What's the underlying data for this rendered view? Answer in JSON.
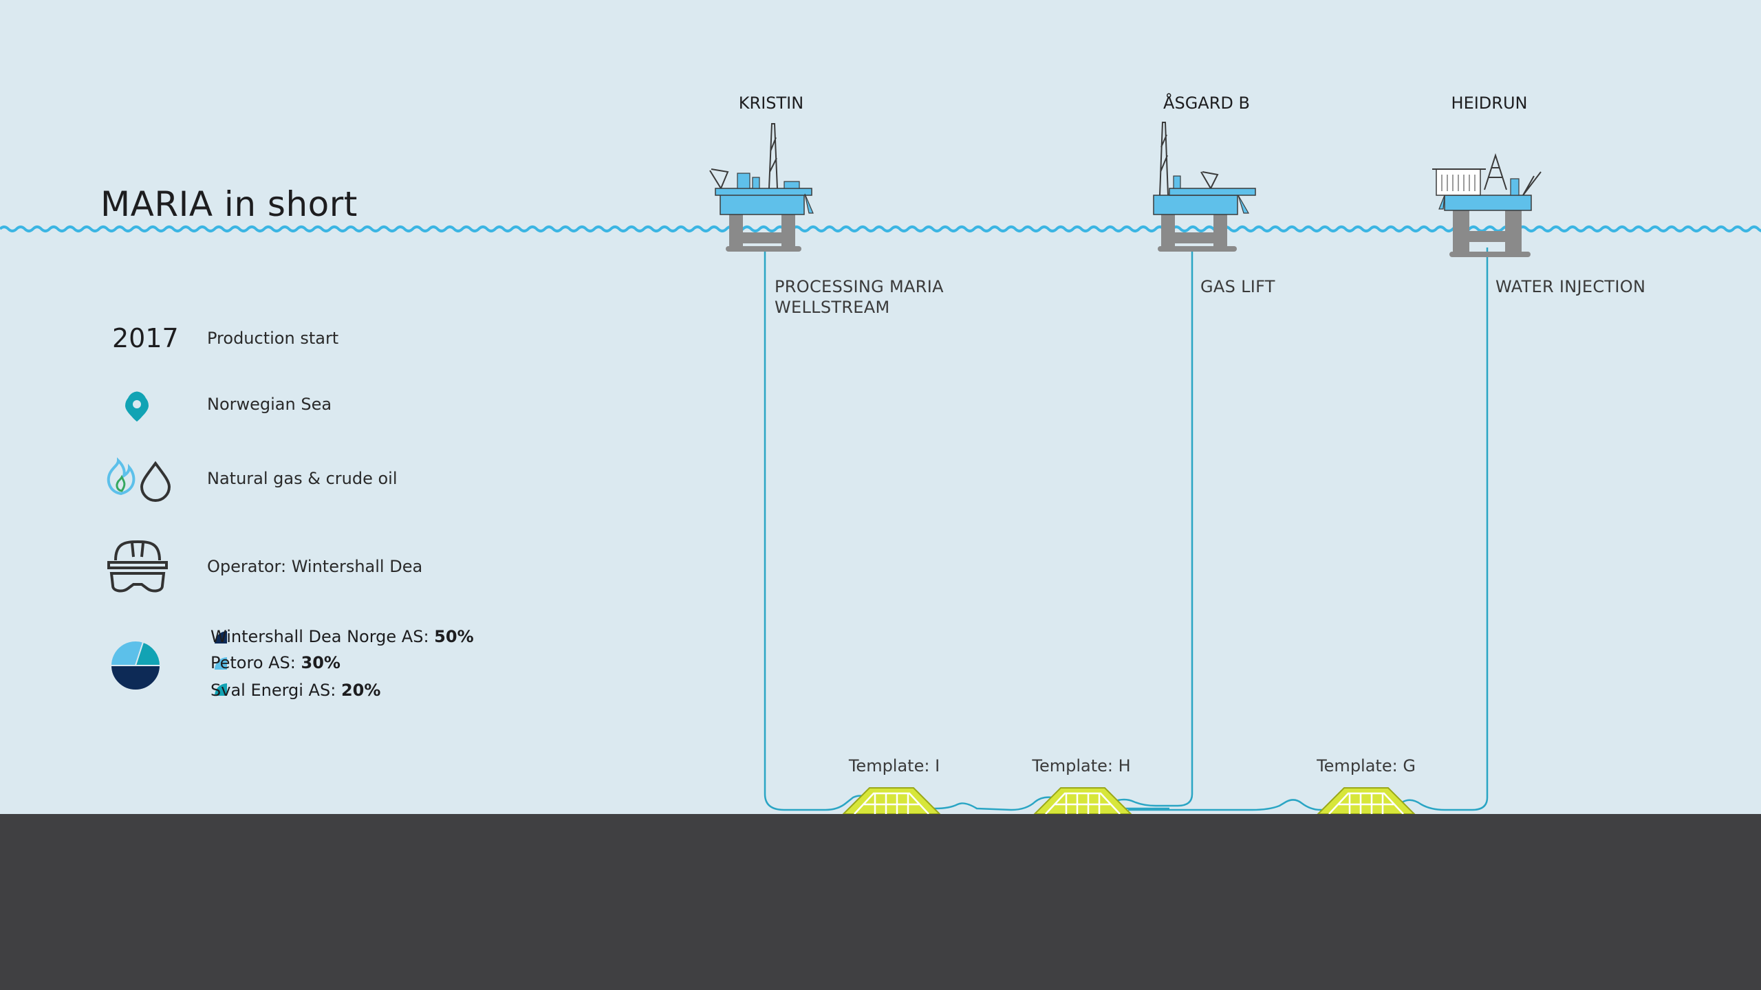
{
  "title": "MARIA in short",
  "platforms": [
    {
      "name": "KRISTIN",
      "role": "PROCESSING MARIA\nWELLSTREAM"
    },
    {
      "name": "ÅSGARD B",
      "role": "GAS LIFT"
    },
    {
      "name": "HEIDRUN",
      "role": "WATER INJECTION"
    }
  ],
  "templates": [
    {
      "label": "Template: I"
    },
    {
      "label": "Template: H"
    },
    {
      "label": "Template: G"
    }
  ],
  "facts": {
    "production_year": "2017",
    "production_label": "Production start",
    "location": "Norwegian Sea",
    "resources": "Natural gas & crude oil",
    "operator": "Operator: Wintershall Dea"
  },
  "ownership": [
    {
      "name": "Wintershall Dea Norge AS: ",
      "share": "50%",
      "percent": 50,
      "color": "#0d2a56"
    },
    {
      "name": "Petoro AS: ",
      "share": "30%",
      "percent": 30,
      "color": "#5cc0ea"
    },
    {
      "name": "Sval Energi AS: ",
      "share": "20%",
      "percent": 20,
      "color": "#12a3b4"
    }
  ],
  "colors": {
    "sky": "#dbe9f0",
    "water_line": "#3bb5e3",
    "pipeline": "#2aa5c4",
    "platform_deck": "#5fc0ea",
    "platform_legs": "#8a8a8a",
    "template": "#d7e63a",
    "seabed": "#404042",
    "location_icon": "#12a3b4"
  },
  "icons": {
    "location": "location-pin-icon",
    "resources": "gas-flame-and-oil-drop-icon",
    "operator": "hard-hat-and-goggles-icon",
    "ownership": "ownership-pie-icon"
  }
}
